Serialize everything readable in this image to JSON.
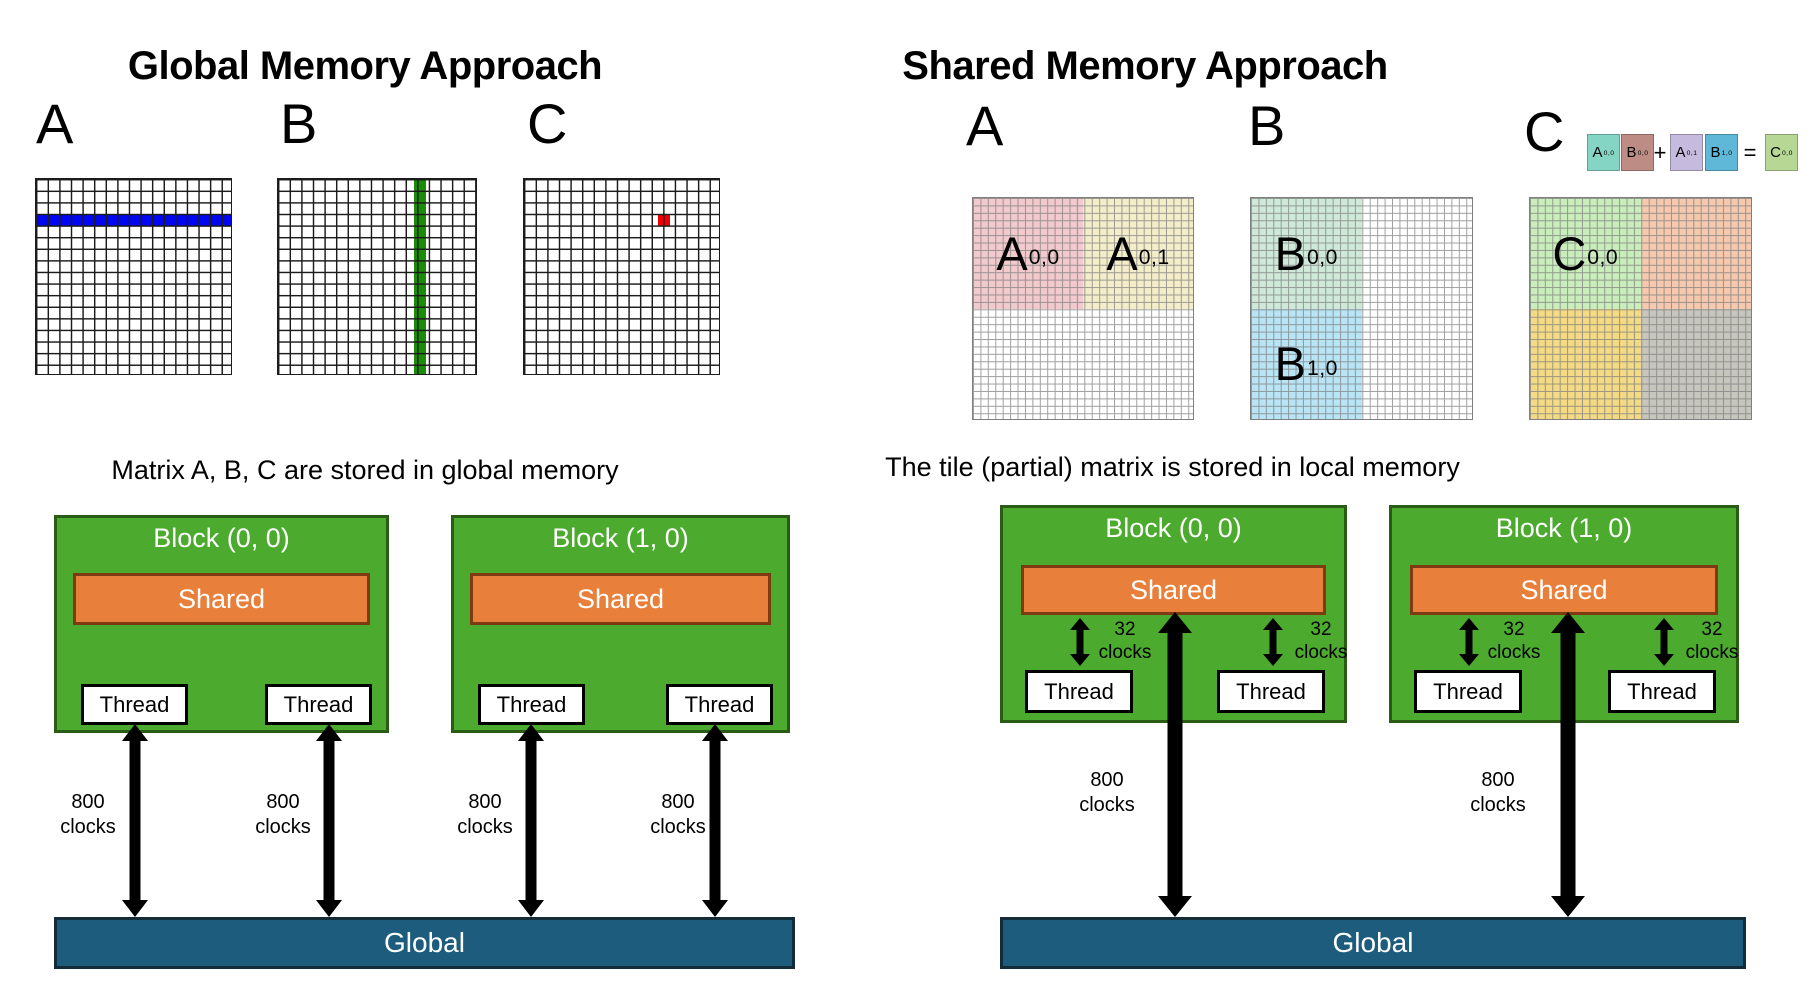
{
  "left": {
    "title": "Global Memory Approach",
    "matrix_labels": [
      "A",
      "B",
      "C"
    ],
    "caption": "Matrix A, B, C are stored in global memory",
    "blocks": [
      {
        "title": "Block (0, 0)"
      },
      {
        "title": "Block (1, 0)"
      }
    ]
  },
  "right": {
    "title": "Shared Memory Approach",
    "caption": "The tile (partial) matrix is stored in local memory",
    "matrices": {
      "a": {
        "label": "A",
        "tiles": [
          {
            "base": "A",
            "sub": "0,0"
          },
          {
            "base": "A",
            "sub": "0,1"
          }
        ]
      },
      "b": {
        "label": "B",
        "tiles": [
          {
            "base": "B",
            "sub": "0,0"
          },
          {
            "base": "B",
            "sub": "1,0"
          }
        ]
      },
      "c": {
        "label": "C",
        "tiles": [
          {
            "base": "C",
            "sub": "0,0"
          }
        ]
      }
    },
    "equation": {
      "terms": [
        {
          "base": "A",
          "sub": "0,0"
        },
        {
          "base": "B",
          "sub": "0,0"
        },
        {
          "base": "A",
          "sub": "0,1"
        },
        {
          "base": "B",
          "sub": "1,0"
        },
        {
          "base": "C",
          "sub": "0,0"
        }
      ],
      "plus": "+",
      "equals": "="
    },
    "blocks": [
      {
        "title": "Block (0, 0)"
      },
      {
        "title": "Block (1, 0)"
      }
    ]
  },
  "labels": {
    "shared": "Shared",
    "thread": "Thread",
    "global": "Global",
    "cost_global": {
      "value": "800",
      "unit": "clocks"
    },
    "cost_shared": {
      "value": "32",
      "unit": "clocks"
    }
  },
  "colors": {
    "green": "#4caa2f",
    "greenb": "#2b5c16",
    "orange": "#e8803c",
    "orangeb": "#7e3a10",
    "teal": "#1d5c7d",
    "tealb": "#142c38",
    "bluerow": "#0006f0",
    "greencol": "#1a8c08",
    "redcell": "#ec0000",
    "glineL": "#1c1c1c",
    "glineR": "#7f7f7f",
    "a00": "#f2c9cd",
    "a01": "#f4edca",
    "b00": "#cfe9d9",
    "b10": "#b8e4f5",
    "c00": "#c9eebc",
    "c01": "#f6c9ae",
    "c10": "#f4da84",
    "c11": "#c6c6be",
    "e1": "#85d5c5",
    "e2": "#bd8d85",
    "e3": "#c6bade",
    "e4": "#5fb8d8",
    "e5": "#b7d794"
  }
}
